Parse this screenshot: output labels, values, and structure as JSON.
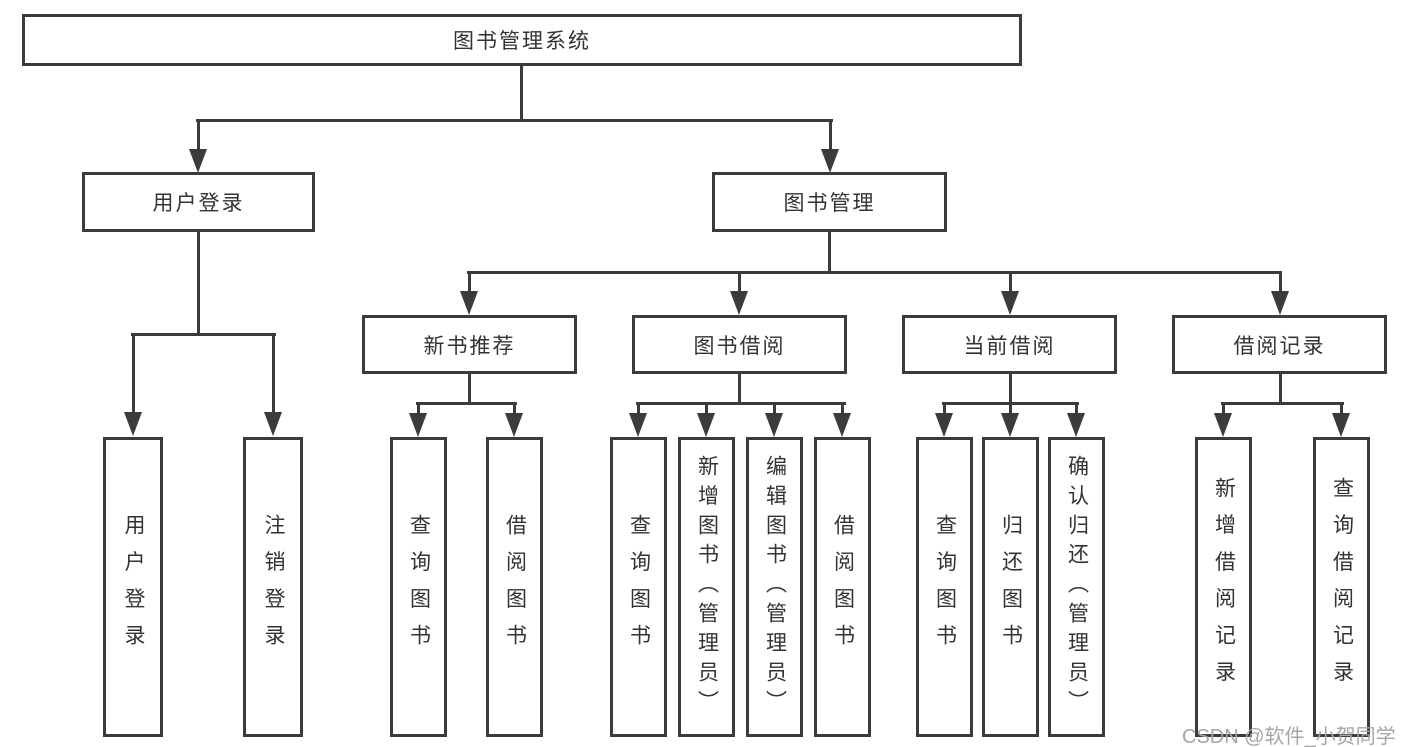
{
  "tree": {
    "label": "图书管理系统",
    "children": [
      {
        "label": "用户登录",
        "children": [
          {
            "label": "用户登录"
          },
          {
            "label": "注销登录"
          }
        ]
      },
      {
        "label": "图书管理",
        "children": [
          {
            "label": "新书推荐",
            "children": [
              {
                "label": "查询图书"
              },
              {
                "label": "借阅图书"
              }
            ]
          },
          {
            "label": "图书借阅",
            "children": [
              {
                "label": "查询图书"
              },
              {
                "label": "新增图书（管理员）"
              },
              {
                "label": "编辑图书（管理员）"
              },
              {
                "label": "借阅图书"
              }
            ]
          },
          {
            "label": "当前借阅",
            "children": [
              {
                "label": "查询图书"
              },
              {
                "label": "归还图书"
              },
              {
                "label": "确认归还（管理员）"
              }
            ]
          },
          {
            "label": "借阅记录",
            "children": [
              {
                "label": "新增借阅记录"
              },
              {
                "label": "查询借阅记录"
              }
            ]
          }
        ]
      }
    ]
  },
  "watermark": {
    "text": "CSDN @软件_小贺同学"
  },
  "colors": {
    "line": "#3b3b3b",
    "box_border": "#3b3b3b",
    "box_fill": "#ffffff",
    "text": "#333333",
    "watermark": "#a6a6a9",
    "background": "#ffffff"
  }
}
